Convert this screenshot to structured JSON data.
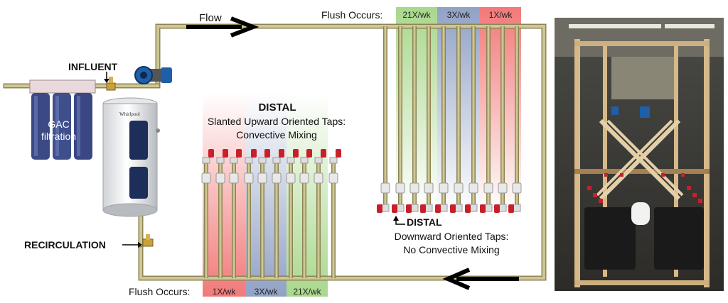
{
  "labels": {
    "flow": "Flow",
    "influent": "INFLUENT",
    "gac": "GAC\nfiltration",
    "recirculation": "RECIRCULATION",
    "distal_top": "DISTAL",
    "upward_line1": "Slanted Upward Oriented Taps:",
    "upward_line2": "Convective Mixing",
    "distal_bottom": "DISTAL",
    "downward_line1": "Downward Oriented Taps:",
    "downward_line2": "No Convective Mixing",
    "flush_occurs_top": "Flush Occurs:",
    "flush_occurs_bottom": "Flush Occurs:"
  },
  "top_bands": [
    {
      "label": "21X/wk",
      "color": "#a8d98a"
    },
    {
      "label": "3X/wk",
      "color": "#8fa3c7"
    },
    {
      "label": "1X/wk",
      "color": "#f27b7b"
    }
  ],
  "bottom_bands": [
    {
      "label": "1X/wk",
      "color": "#f27b7b"
    },
    {
      "label": "3X/wk",
      "color": "#8fa3c7"
    },
    {
      "label": "21X/wk",
      "color": "#a8d98a"
    }
  ],
  "colors": {
    "pipe": "#c9c08a",
    "pipe_edge": "#8c8456",
    "arrow": "#000000",
    "tap_red": "#c8202a"
  },
  "photo": {
    "description_icon": "lab-rig-photo"
  }
}
